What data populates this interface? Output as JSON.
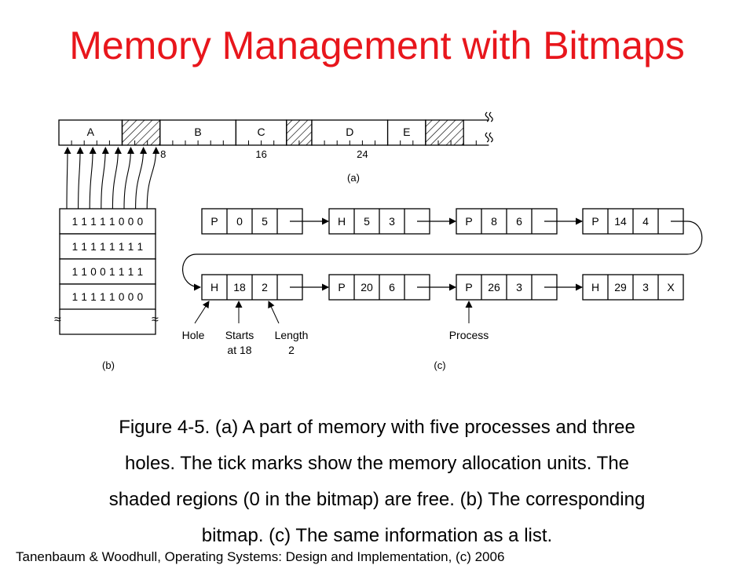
{
  "slide": {
    "title": "Memory Management with Bitmaps",
    "caption_lines": [
      "Figure 4-5. (a) A part of memory with five processes and three",
      "holes. The tick marks show the memory allocation units. The",
      "shaded regions (0 in the bitmap) are free. (b) The corresponding",
      "bitmap. (c) The same information as a list."
    ],
    "credit": "Tanenbaum & Woodhull, Operating Systems: Design and Implementation, (c) 2006"
  },
  "figure": {
    "memory": {
      "label": "(a)",
      "segments": [
        {
          "name": "A",
          "units": 5,
          "free": false
        },
        {
          "name": "",
          "units": 3,
          "free": true
        },
        {
          "name": "B",
          "units": 6,
          "free": false
        },
        {
          "name": "C",
          "units": 4,
          "free": false
        },
        {
          "name": "",
          "units": 2,
          "free": true
        },
        {
          "name": "D",
          "units": 6,
          "free": false
        },
        {
          "name": "E",
          "units": 3,
          "free": false
        },
        {
          "name": "",
          "units": 3,
          "free": true
        }
      ],
      "trailing_units": 2,
      "unit_marks": [
        "8",
        "16",
        "24"
      ]
    },
    "bitmap": {
      "label": "(b)",
      "rows": [
        "1 1 1 1 1 0 0 0",
        "1 1 1 1 1 1 1 1",
        "1 1 0 0 1 1 1 1",
        "1 1 1 1 1 0 0 0"
      ]
    },
    "list": {
      "label": "(c)",
      "nodes": [
        {
          "kind": "P",
          "start": "0",
          "length": "5"
        },
        {
          "kind": "H",
          "start": "5",
          "length": "3"
        },
        {
          "kind": "P",
          "start": "8",
          "length": "6"
        },
        {
          "kind": "P",
          "start": "14",
          "length": "4"
        },
        {
          "kind": "H",
          "start": "18",
          "length": "2"
        },
        {
          "kind": "P",
          "start": "20",
          "length": "6"
        },
        {
          "kind": "P",
          "start": "26",
          "length": "3"
        },
        {
          "kind": "H",
          "start": "29",
          "length": "3",
          "end": "X"
        }
      ],
      "annotations": {
        "hole": "Hole",
        "starts_line1": "Starts",
        "starts_line2": "at 18",
        "length_line1": "Length",
        "length_line2": "2",
        "process": "Process"
      }
    }
  }
}
